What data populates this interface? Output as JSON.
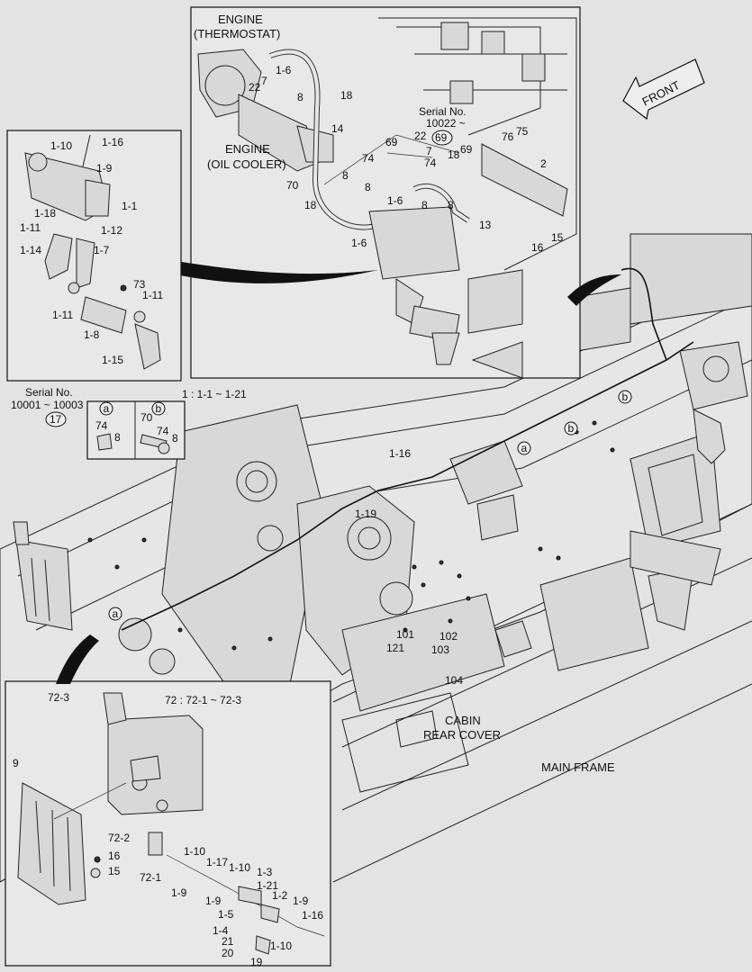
{
  "direction": "FRONT",
  "titles": {
    "engine_thermostat_1": "ENGINE",
    "engine_thermostat_2": "(THERMOSTAT)",
    "engine_oil_1": "ENGINE",
    "engine_oil_2": "(OIL COOLER)",
    "serial_top_1": "Serial No.",
    "serial_top_2": "10022 ~",
    "serial_left_1": "Serial No.",
    "serial_left_2": "10001 ~ 10003",
    "group1": "1 : 1-1 ~ 1-21",
    "group72": "72 : 72-1 ~ 72-3",
    "cabin_1": "CABIN",
    "cabin_2": "REAR COVER",
    "main_frame": "MAIN FRAME"
  },
  "circle_labels": {
    "c69": "69",
    "c17": "17",
    "a": "a",
    "b": "b"
  },
  "labels": {
    "top": [
      "1-6",
      "7",
      "22",
      "8",
      "18",
      "14",
      "22",
      "7",
      "69",
      "76",
      "75",
      "2",
      "74",
      "74",
      "18",
      "69",
      "8",
      "8",
      "1-6",
      "8",
      "13",
      "70",
      "18",
      "8",
      "1-6",
      "16",
      "15"
    ],
    "left_box": [
      "1-10",
      "1-16",
      "1-9",
      "1-1",
      "1-18",
      "1-11",
      "1-12",
      "1-14",
      "1-7",
      "73",
      "1-11",
      "1-11",
      "1-8",
      "1-15"
    ],
    "serial_box": [
      "74",
      "8",
      "70",
      "74",
      "8"
    ],
    "main": [
      "1-16",
      "1-19",
      "101",
      "102",
      "121",
      "103",
      "104"
    ],
    "bottom": [
      "72-3",
      "9",
      "72-2",
      "16",
      "15",
      "72-1",
      "1-10",
      "1-17",
      "1-9",
      "1-10",
      "1-3",
      "1-21",
      "1-9",
      "1-2",
      "1-9",
      "1-5",
      "1-16",
      "1-4",
      "21",
      "1-10",
      "20",
      "19"
    ]
  }
}
